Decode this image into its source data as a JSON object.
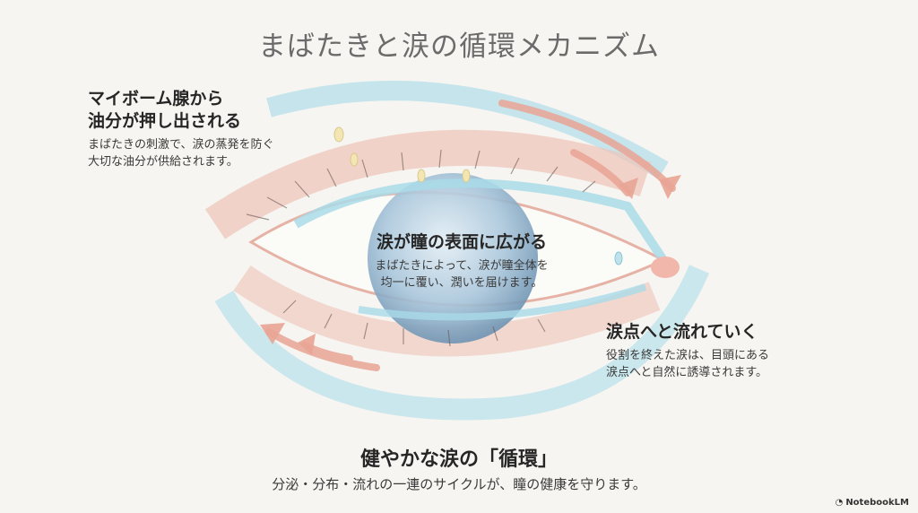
{
  "title": "まばたきと涙の循環メカニズム",
  "sections": {
    "meibomian": {
      "heading_line1": "マイボーム腺から",
      "heading_line2": "油分が押し出される",
      "text_line1": "まばたきの刺激で、涙の蒸発を防ぐ",
      "text_line2": "大切な油分が供給されます。"
    },
    "spread": {
      "heading": "涙が瞳の表面に広がる",
      "text_line1": "まばたきによって、涙が瞳全体を",
      "text_line2": "均一に覆い、潤いを届けます。"
    },
    "drain": {
      "heading": "涙点へと流れていく",
      "text_line1": "役割を終えた涙は、目頭にある",
      "text_line2": "涙点へと自然に誘導されます。"
    },
    "summary": {
      "heading": "健やかな涙の「循環」",
      "text": "分泌・分布・流れの一連のサイクルが、瞳の健康を守ります。"
    }
  },
  "branding": {
    "label": "NotebookLM"
  },
  "colors": {
    "tear_blue": "#9fd3e0",
    "lid_pink": "#eab3a8",
    "iris": "#9fbfd6",
    "arrow": "#e59c8c"
  }
}
